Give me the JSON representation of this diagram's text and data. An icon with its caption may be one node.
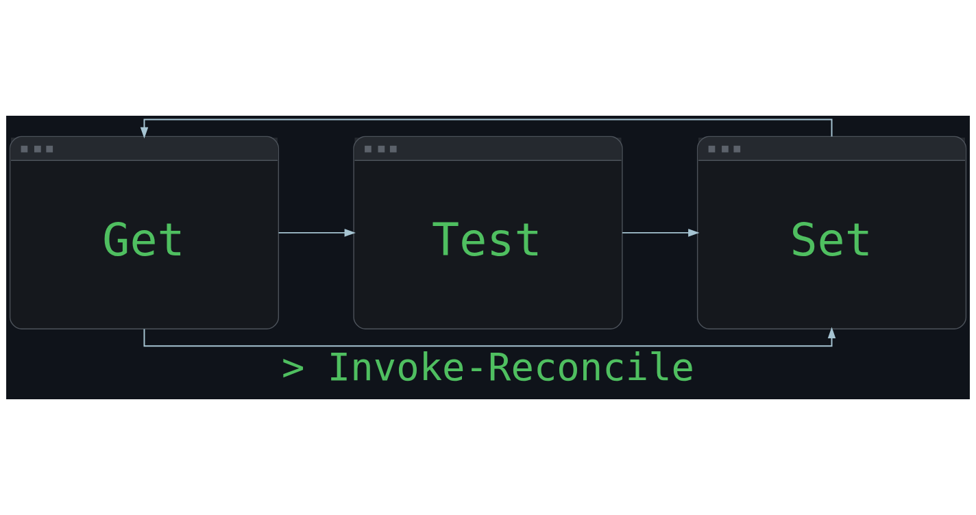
{
  "diagram": {
    "caption": "> Invoke-Reconcile",
    "nodes": [
      {
        "text": [
          "Get"
        ]
      },
      {
        "text": [
          "Test"
        ]
      },
      {
        "text": [
          "Set"
        ]
      }
    ],
    "edges": [
      {
        "from": 0,
        "to": 1,
        "arrow": "to"
      },
      {
        "from": 1,
        "to": 2,
        "arrow": "to"
      },
      {
        "from": 0,
        "to": 2,
        "arrow": "to"
      },
      {
        "from": 2,
        "to": 0,
        "arrow": "to"
      }
    ]
  }
}
